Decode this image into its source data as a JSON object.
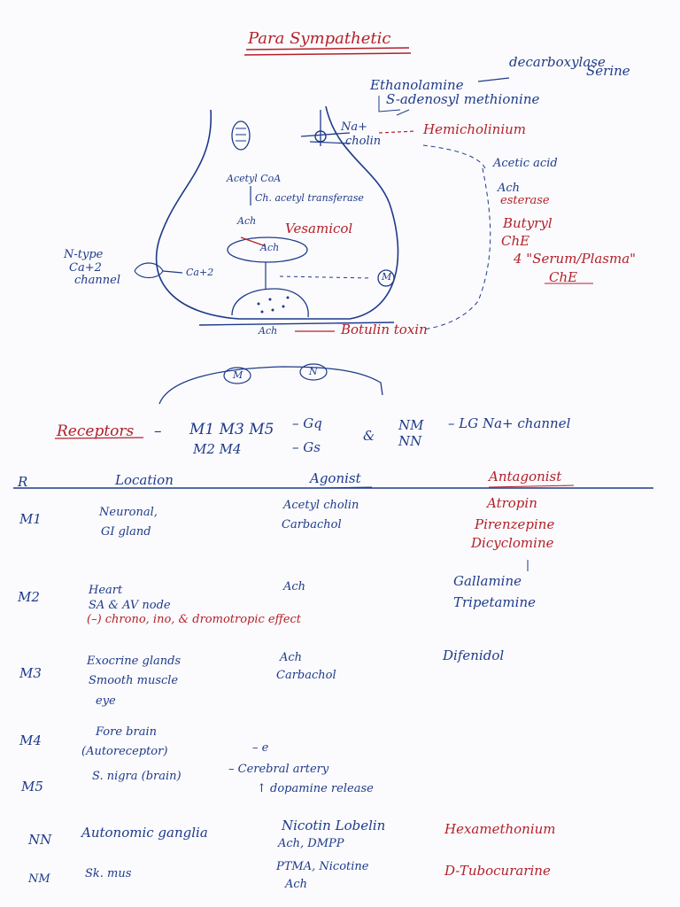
{
  "title": "Para Sympathetic",
  "synthesis": {
    "decarboxylase": "decarboxylase",
    "serine": "Serine",
    "ethanolamine": "Ethanolamine",
    "sam": "S-adenosyl methionine",
    "na": "Na+",
    "choline": "cholin",
    "hemicholinium": "Hemicholinium",
    "acetylcoa": "Acetyl CoA",
    "transferase": "Ch. acetyl transferase",
    "ach": "Ach",
    "vesamicol": "Vesamicol",
    "ach_vesicle": "Ach",
    "ntype": "N-type",
    "ca_channel": "Ca+2",
    "channel": "channel",
    "ca2": "Ca+2",
    "m_label": "M",
    "ach_release": "Ach",
    "botulinum": "Botulin toxin",
    "acetic_acid": "Acetic acid",
    "ach2": "Ach",
    "esterase": "esterase",
    "butyryl": "Butyryl",
    "che": "ChE",
    "serum": "4 \"Serum/Plasma\"",
    "che2": "ChE",
    "post_m": "M",
    "post_n": "N"
  },
  "receptors": {
    "label": "Receptors",
    "dash": "–",
    "m_odd": "M1 M3 M5",
    "gq": "– Gq",
    "m_even": "M2 M4",
    "gs": "– Gs",
    "and": "&",
    "nm": "NM",
    "nn": "NN",
    "lgna": "– LG Na+ channel"
  },
  "table": {
    "headers": [
      "R",
      "Location",
      "Agonist",
      "Antagonist"
    ],
    "rows": [
      {
        "r": "M1",
        "loc1": "Neuronal,",
        "loc2": "GI gland",
        "loc3": "",
        "ag1": "Acetyl cholin",
        "ag2": "Carbachol",
        "an1": "Atropin",
        "an2": "Pirenzepine",
        "an3": "Dicyclomine"
      },
      {
        "r": "M2",
        "loc1": "Heart",
        "loc2": "SA & AV node",
        "loc3": "(–) chrono, ino, & dromotropic effect",
        "ag1": "Ach",
        "ag2": "",
        "an1": "Gallamine",
        "an2": "Tripetamine",
        "an3": ""
      },
      {
        "r": "M3",
        "loc1": "Exocrine glands",
        "loc2": "Smooth muscle",
        "loc3": "eye",
        "ag1": "Ach",
        "ag2": "Carbachol",
        "an1": "Difenidol",
        "an2": "",
        "an3": ""
      },
      {
        "r": "M4",
        "loc1": "Fore brain",
        "loc2": "(Autoreceptor)",
        "loc3": "",
        "ag1": "– e",
        "ag2": "",
        "an1": "",
        "an2": "",
        "an3": ""
      },
      {
        "r": "M5",
        "loc1": "S. nigra (brain)",
        "loc2": "",
        "loc3": "",
        "ag1": "– Cerebral artery",
        "ag2": "↑ dopamine release",
        "an1": "",
        "an2": "",
        "an3": ""
      },
      {
        "r": "NN",
        "loc1": "Autonomic ganglia",
        "loc2": "",
        "loc3": "",
        "ag1": "Nicotin Lobelin",
        "ag2": "Ach, DMPP",
        "an1": "Hexamethonium",
        "an2": "",
        "an3": ""
      },
      {
        "r": "NM",
        "loc1": "Sk. mus",
        "loc2": "",
        "loc3": "",
        "ag1": "PTMA, Nicotine",
        "ag2": "Ach",
        "an1": "D-Tubocurarine",
        "an2": "",
        "an3": ""
      }
    ]
  },
  "colors": {
    "ink_blue": "#1e3a8a",
    "ink_red": "#b3202a",
    "paper": "#fbfbfd"
  }
}
